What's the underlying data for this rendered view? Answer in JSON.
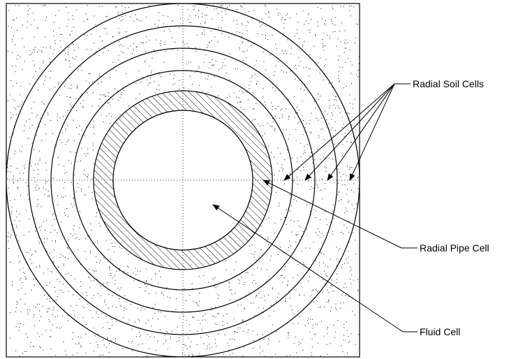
{
  "labels": {
    "soil": "Radial Soil Cells",
    "pipe": "Radial Pipe Cell",
    "fluid": "Fluid Cell"
  },
  "colors": {
    "line": "#000000",
    "background": "#ffffff",
    "speckle": "#000000"
  }
}
